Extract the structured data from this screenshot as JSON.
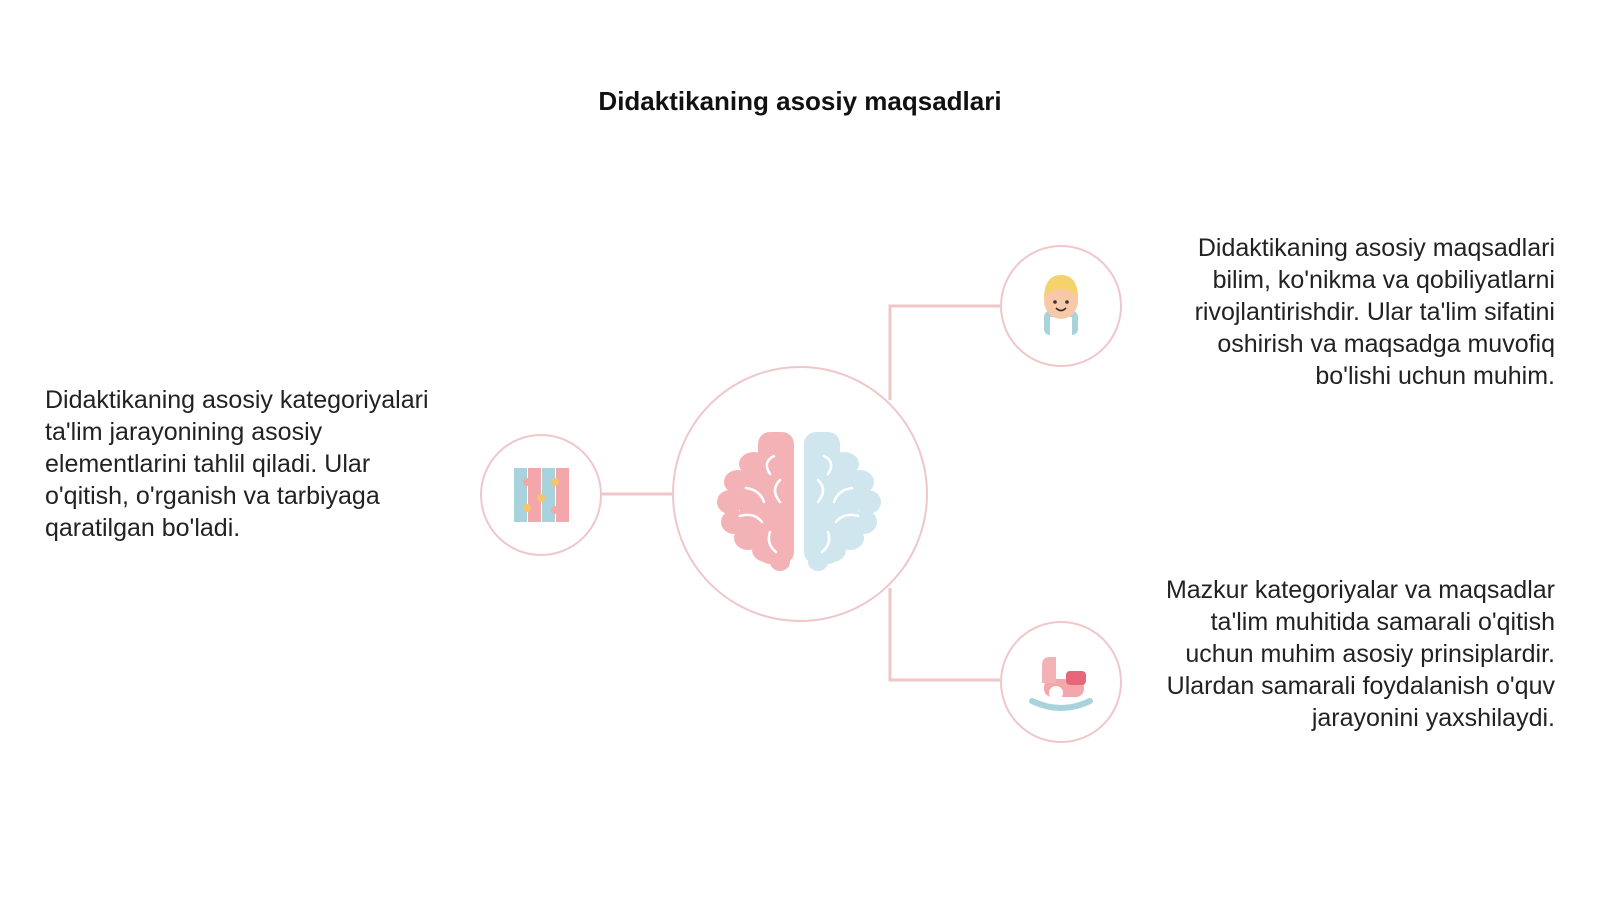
{
  "title": "Didaktikaning asosiy maqsadlari",
  "colors": {
    "ring": "#f0c7c9",
    "connector": "#f0c7c9",
    "brain_left": "#f3b3b6",
    "brain_right": "#cfe6ef"
  },
  "center_node": {
    "icon": "brain-icon"
  },
  "nodes": [
    {
      "icon": "puzzle-icon",
      "text": "Didaktikaning asosiy kategoriyalari ta'lim jarayonining asosiy elementlarini tahlil qiladi. Ular o'qitish, o'rganish va tarbiyaga qaratilgan bo'ladi."
    },
    {
      "icon": "child-icon",
      "text": "Didaktikaning asosiy maqsadlari bilim, ko'nikma va qobiliyatlarni rivojlantirishdir. Ular ta'lim sifatini oshirish va maqsadga muvofiq bo'lishi uchun muhim."
    },
    {
      "icon": "rocking-horse-icon",
      "text": "Mazkur kategoriyalar va maqsadlar ta'lim muhitida samarali o'qitish uchun muhim asosiy prinsiplardir. Ulardan samarali foydalanish o'quv jarayonini yaxshilaydi."
    }
  ]
}
